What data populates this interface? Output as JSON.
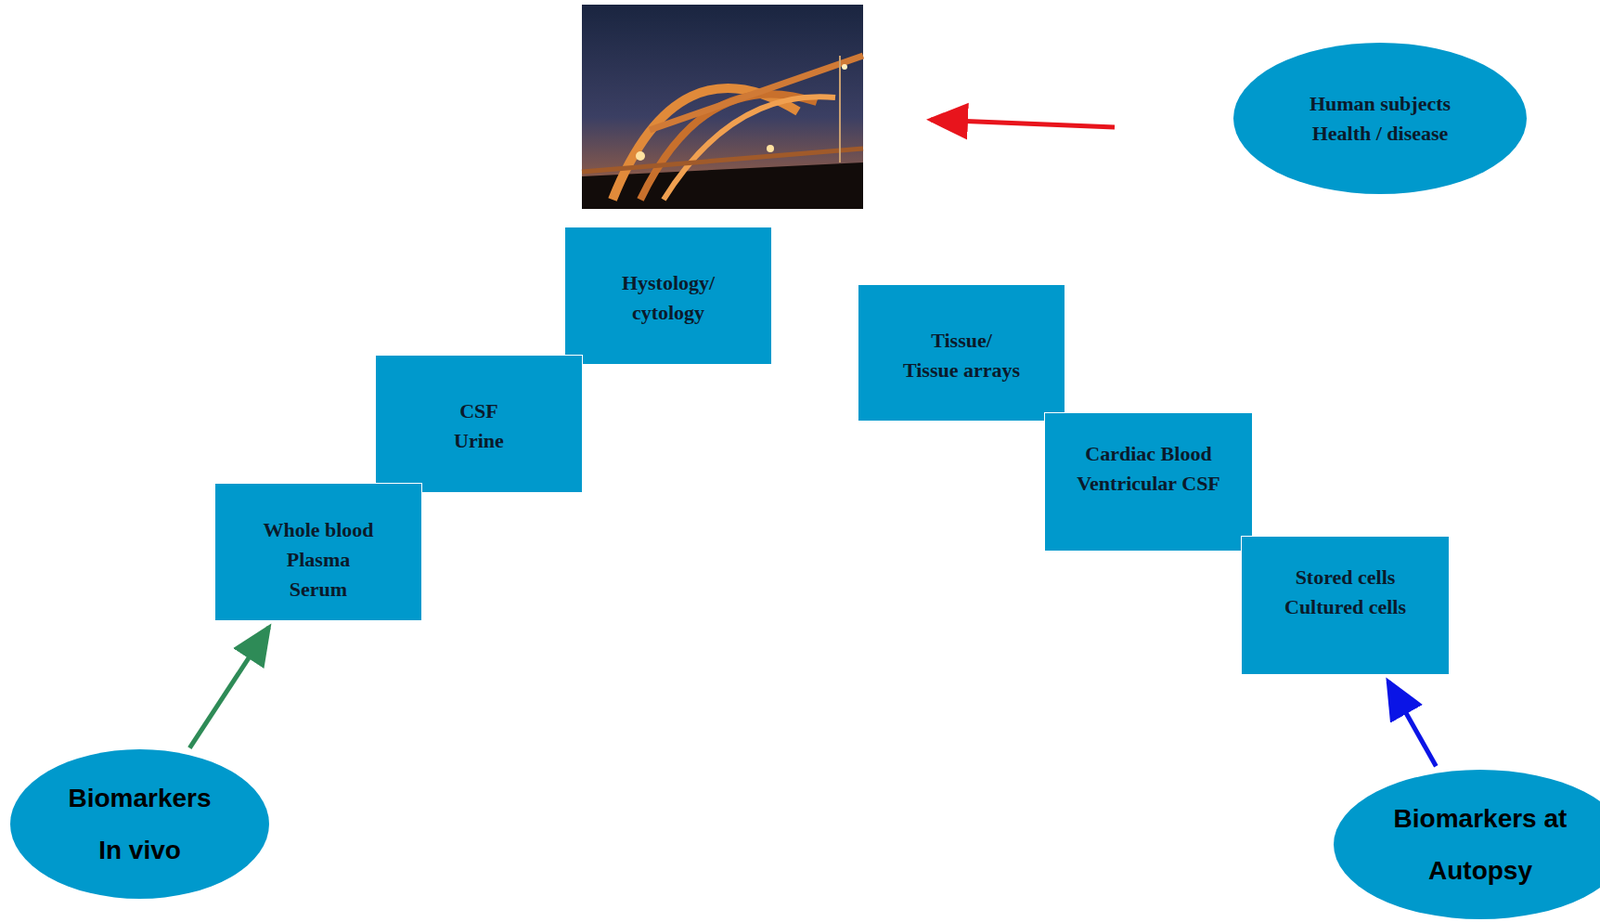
{
  "diagram": {
    "nodes": [
      {
        "text": [
          "Human subjects Health / disease"
        ]
      },
      {
        "text": [
          "Hystology/ cytology"
        ]
      },
      {
        "text": [
          "CSF Urine"
        ]
      },
      {
        "text": [
          "Tissue/ Tissue arrays"
        ]
      },
      {
        "text": [
          "Whole blood Plasma Serum"
        ]
      },
      {
        "text": [
          "Cardiac Blood Ventricular CSF"
        ]
      },
      {
        "text": [
          "Stored cells Cultured cells"
        ]
      },
      {
        "text": [
          "Biomarkers In vivo"
        ]
      },
      {
        "text": [
          "Biomarkers at Autopsy"
        ]
      }
    ],
    "edges": [
      {
        "from": 7,
        "to": 4,
        "arrow": "to"
      },
      {
        "from": 8,
        "to": 6,
        "arrow": "to"
      }
    ]
  }
}
